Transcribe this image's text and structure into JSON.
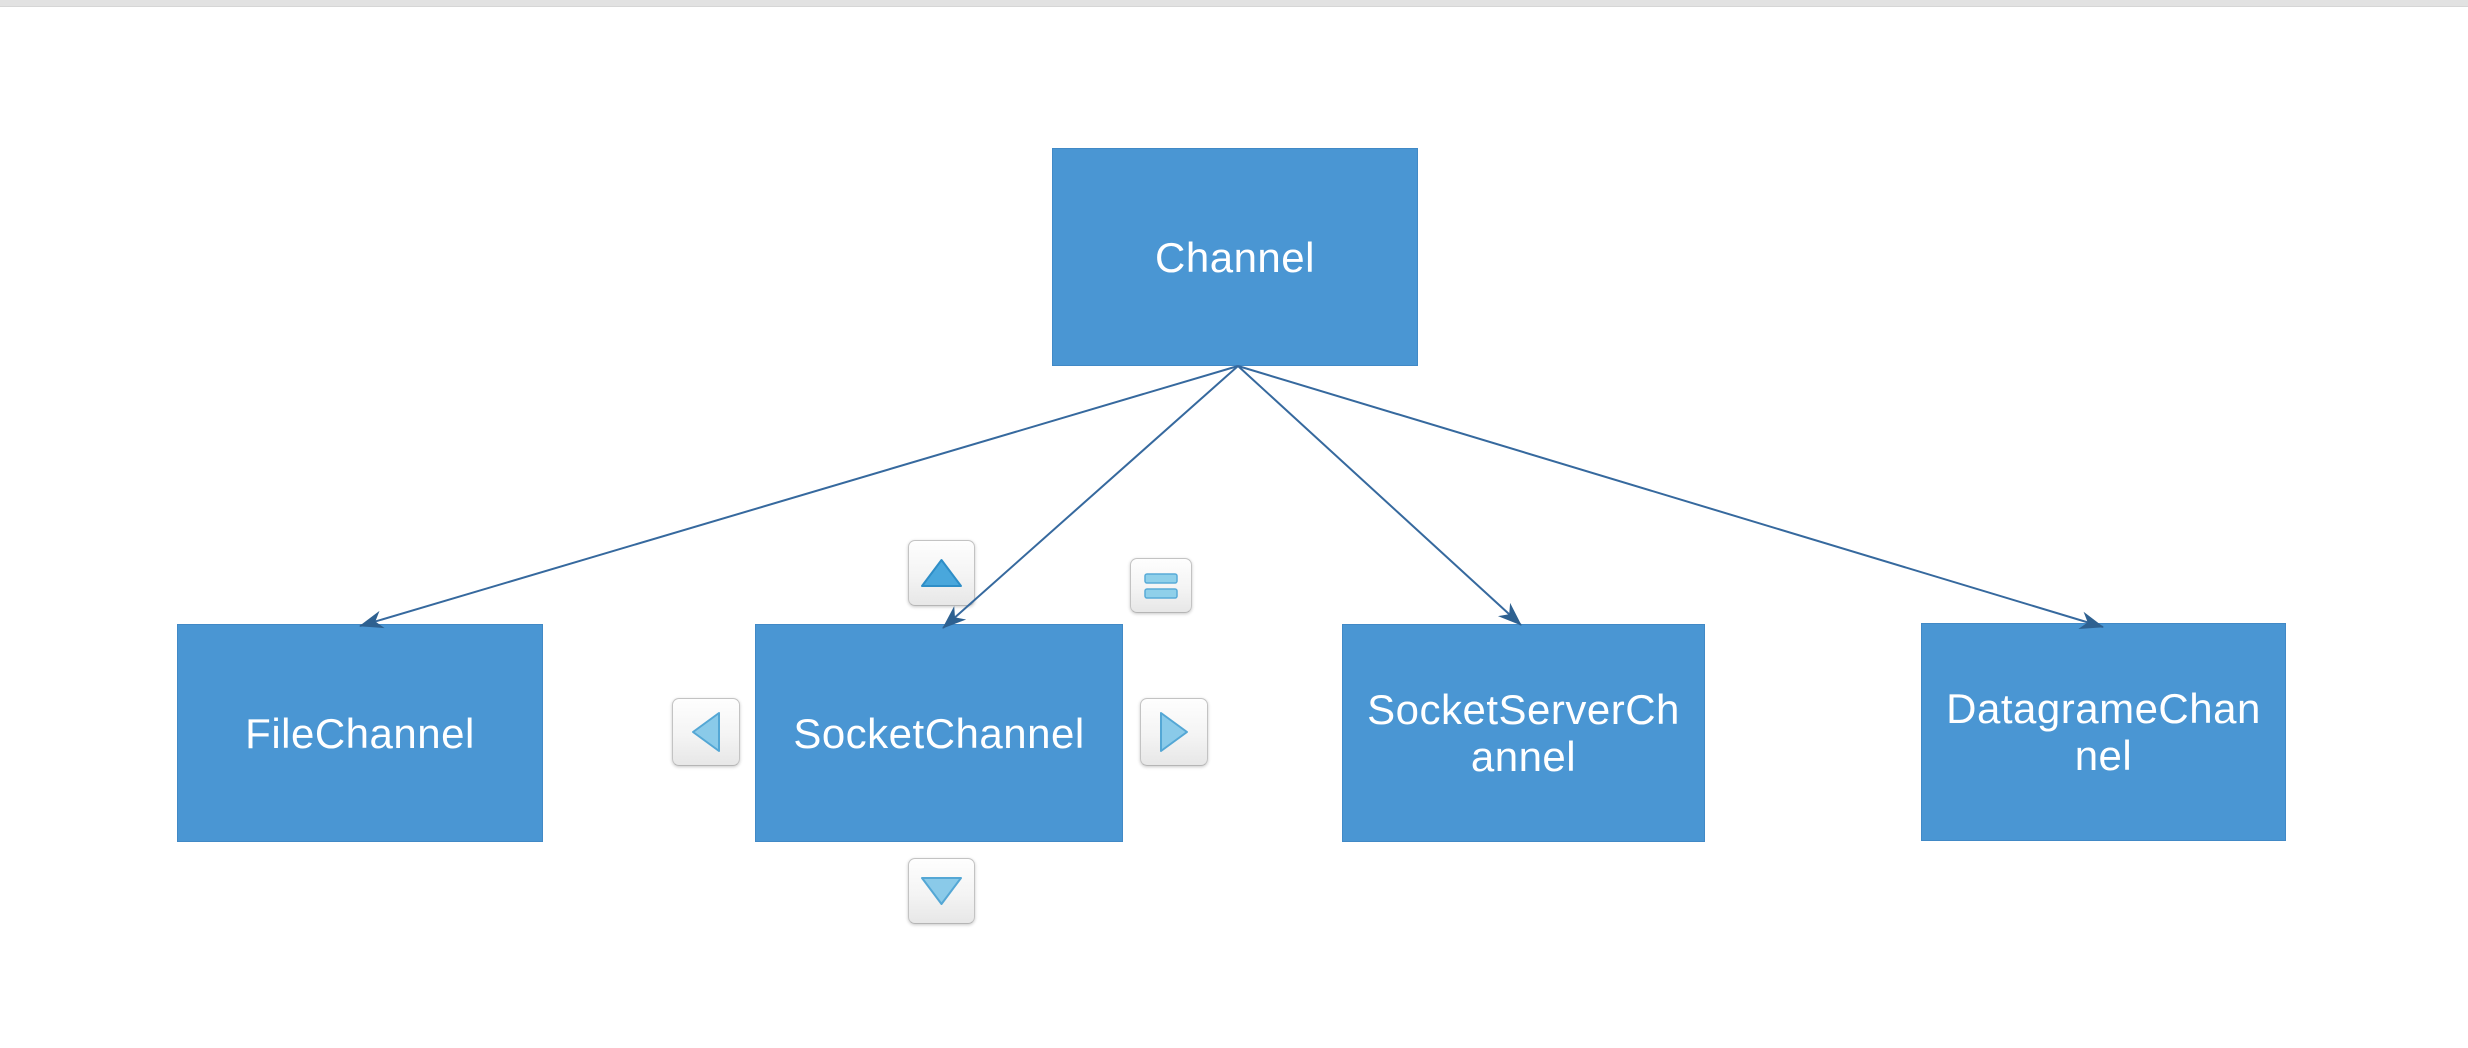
{
  "app": {
    "type": "diagram-editor-canvas",
    "background_color": "#ffffff",
    "top_edge_color": "#e2e2e2"
  },
  "palette": {
    "node_fill": "#4a96d3",
    "node_border": "#4189c6",
    "node_text": "#ffffff",
    "connector_line": "#36699e",
    "arrowhead_fill": "#2e6191",
    "button_border": "#c3c3c3",
    "button_bg": "#f2f2f2",
    "icon_blue_strong": "#49a7dc",
    "icon_blue_light": "#8acae9"
  },
  "diagram": {
    "nodes": [
      {
        "id": "channel",
        "label": "Channel",
        "lines": [
          "Channel"
        ]
      },
      {
        "id": "file-channel",
        "label": "FileChannel",
        "lines": [
          "FileChannel"
        ]
      },
      {
        "id": "socket-channel",
        "label": "SocketChannel",
        "lines": [
          "SocketChannel"
        ],
        "selected": true
      },
      {
        "id": "socket-server-channel",
        "label": "SocketServerChannel",
        "lines": [
          "SocketServerCh",
          "annel"
        ]
      },
      {
        "id": "datagrame-channel",
        "label": "DatagrameChannel",
        "lines": [
          "DatagrameChan",
          "nel"
        ]
      }
    ],
    "edges": [
      {
        "from": "channel",
        "to": "file-channel"
      },
      {
        "from": "channel",
        "to": "socket-channel"
      },
      {
        "from": "channel",
        "to": "socket-server-channel"
      },
      {
        "from": "channel",
        "to": "datagrame-channel"
      }
    ]
  },
  "selection_controls": {
    "target": "socket-channel",
    "buttons": [
      {
        "icon": "triangle-up-icon"
      },
      {
        "icon": "equals-icon"
      },
      {
        "icon": "triangle-left-icon"
      },
      {
        "icon": "triangle-right-icon"
      },
      {
        "icon": "triangle-down-icon"
      }
    ]
  }
}
